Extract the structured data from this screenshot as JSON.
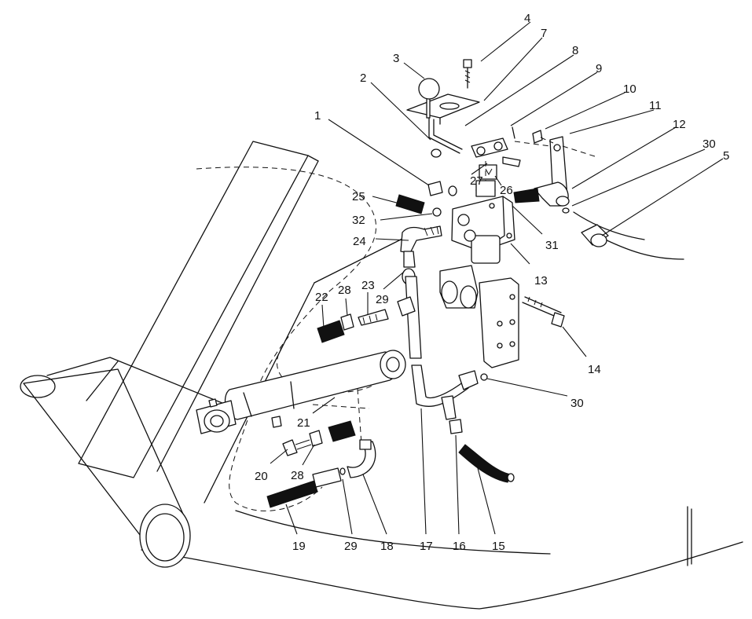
{
  "callouts": [
    {
      "id": "c1",
      "label": "1"
    },
    {
      "id": "c2",
      "label": "2"
    },
    {
      "id": "c3",
      "label": "3"
    },
    {
      "id": "c4",
      "label": "4"
    },
    {
      "id": "c5",
      "label": "5"
    },
    {
      "id": "c7",
      "label": "7"
    },
    {
      "id": "c8",
      "label": "8"
    },
    {
      "id": "c9",
      "label": "9"
    },
    {
      "id": "c10",
      "label": "10"
    },
    {
      "id": "c11",
      "label": "11"
    },
    {
      "id": "c12",
      "label": "12"
    },
    {
      "id": "c13",
      "label": "13"
    },
    {
      "id": "c14",
      "label": "14"
    },
    {
      "id": "c15",
      "label": "15"
    },
    {
      "id": "c16",
      "label": "16"
    },
    {
      "id": "c17",
      "label": "17"
    },
    {
      "id": "c18",
      "label": "18"
    },
    {
      "id": "c19",
      "label": "19"
    },
    {
      "id": "c20",
      "label": "20"
    },
    {
      "id": "c21",
      "label": "21"
    },
    {
      "id": "c22",
      "label": "22"
    },
    {
      "id": "c23",
      "label": "23"
    },
    {
      "id": "c24",
      "label": "24"
    },
    {
      "id": "c25",
      "label": "25"
    },
    {
      "id": "c26",
      "label": "26"
    },
    {
      "id": "c27",
      "label": "27"
    },
    {
      "id": "c28a",
      "label": "28"
    },
    {
      "id": "c28b",
      "label": "28"
    },
    {
      "id": "c29a",
      "label": "29"
    },
    {
      "id": "c29b",
      "label": "29"
    },
    {
      "id": "c30a",
      "label": "30"
    },
    {
      "id": "c30b",
      "label": "30"
    },
    {
      "id": "c31",
      "label": "31"
    },
    {
      "id": "c32",
      "label": "32"
    }
  ]
}
